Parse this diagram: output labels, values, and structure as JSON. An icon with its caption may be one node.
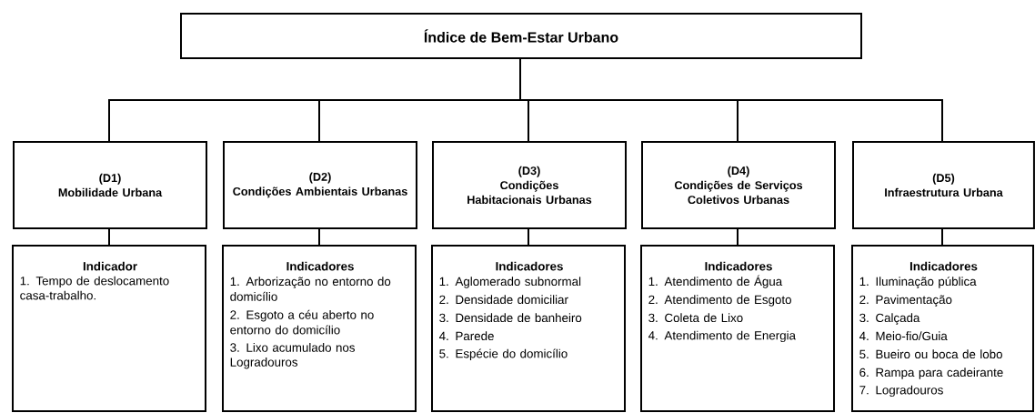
{
  "diagram": {
    "nodes": [
      {
        "text": [
          "Índice de Bem-Estar Urbano"
        ]
      },
      {
        "text": [
          "(D1)",
          "Mobilidade Urbana"
        ]
      },
      {
        "text": [
          "(D2)",
          "Condições Ambientais Urbanas"
        ]
      },
      {
        "text": [
          "(D3)",
          "Condições Habitacionais Urbanas"
        ]
      },
      {
        "text": [
          "(D4)",
          "Condições de Serviços Coletivos Urbanas"
        ]
      },
      {
        "text": [
          "(D5)",
          "Infraestrutura Urbana"
        ]
      },
      {
        "text": [
          "Indicador",
          "1. Tempo de deslocamento casa-trabalho."
        ]
      },
      {
        "text": [
          "Indicadores",
          "1. Arborização no entorno do domicílio",
          "2. Esgoto a céu aberto no entorno do domicílio",
          "3. Lixo acumulado nos Logradouros"
        ]
      },
      {
        "text": [
          "Indicadores",
          "1. Aglomerado subnormal",
          "2. Densidade domiciliar",
          "3. Densidade de banheiro",
          "4. Parede",
          "5. Espécie do domicílio"
        ]
      },
      {
        "text": [
          "Indicadores",
          "1. Atendimento de Água",
          "2. Atendimento de Esgoto",
          "3. Coleta de Lixo",
          "4. Atendimento de Energia"
        ]
      },
      {
        "text": [
          "Indicadores",
          "1. Iluminação pública",
          "2. Pavimentação",
          "3. Calçada",
          "4. Meio-fio/Guia",
          "5. Bueiro ou boca de lobo",
          "6. Rampa para cadeirante",
          "7. Logradouros"
        ]
      }
    ],
    "edges": [
      {
        "from": 0,
        "to": 1,
        "arrow": "none"
      },
      {
        "from": 0,
        "to": 2,
        "arrow": "none"
      },
      {
        "from": 0,
        "to": 3,
        "arrow": "none"
      },
      {
        "from": 0,
        "to": 4,
        "arrow": "none"
      },
      {
        "from": 0,
        "to": 5,
        "arrow": "none"
      },
      {
        "from": 1,
        "to": 6,
        "arrow": "none"
      },
      {
        "from": 2,
        "to": 7,
        "arrow": "none"
      },
      {
        "from": 3,
        "to": 8,
        "arrow": "none"
      },
      {
        "from": 4,
        "to": 9,
        "arrow": "none"
      },
      {
        "from": 5,
        "to": 10,
        "arrow": "none"
      }
    ]
  }
}
